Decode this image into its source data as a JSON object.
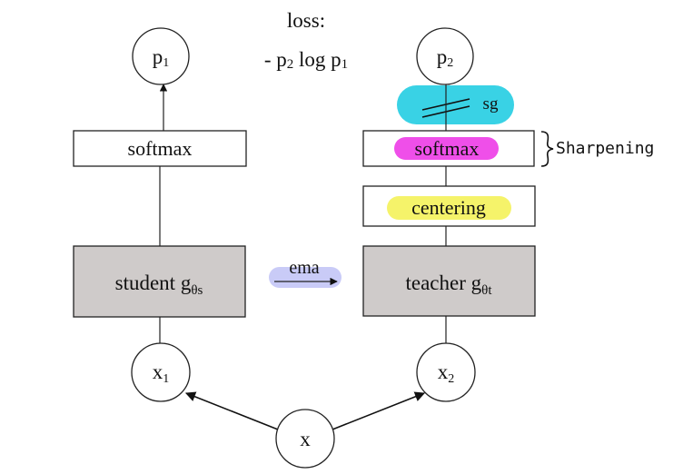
{
  "loss": {
    "title": "loss:",
    "formula_prefix": "- p",
    "formula_sub1": "2",
    "formula_mid": " log p",
    "formula_sub2": "1"
  },
  "student": {
    "output_label": "p",
    "output_sub": "1",
    "softmax_label": "softmax",
    "network_label": "student g",
    "network_sub": "θs",
    "input_label": "x",
    "input_sub": "1"
  },
  "teacher": {
    "output_label": "p",
    "output_sub": "2",
    "stop_gradient_label": "sg",
    "softmax_label": "softmax",
    "centering_label": "centering",
    "network_label": "teacher g",
    "network_sub": "θt",
    "input_label": "x",
    "input_sub": "2"
  },
  "ema_label": "ema",
  "sharpening_label": "Sharpening",
  "root_input_label": "x",
  "colors": {
    "network_fill": "#cfcbca",
    "sg_highlight": "#39d2e5",
    "softmax_highlight": "#ef4fe9",
    "centering_highlight": "#f5f36a",
    "ema_highlight": "#c9cbf7"
  }
}
